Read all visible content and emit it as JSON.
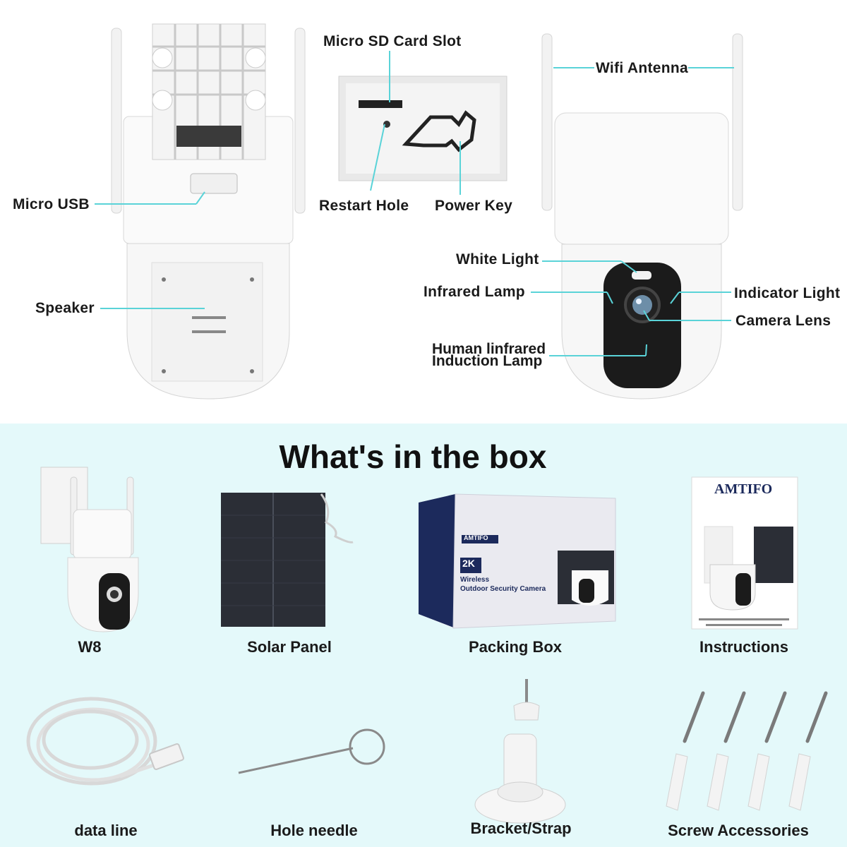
{
  "callouts": {
    "micro_sd": "Micro SD Card Slot",
    "wifi_antenna": "Wifi Antenna",
    "micro_usb": "Micro USB",
    "restart_hole": "Restart Hole",
    "power_key": "Power Key",
    "white_light": "White Light",
    "infrared_lamp": "Infrared Lamp",
    "indicator_light": "Indicator Light",
    "camera_lens": "Camera Lens",
    "human_induction_1": "Human linfrared",
    "human_induction_2": "Induction Lamp",
    "speaker": "Speaker"
  },
  "box": {
    "title": "What's in the box",
    "items": [
      {
        "label": "W8"
      },
      {
        "label": "Solar Panel"
      },
      {
        "label": "Packing Box"
      },
      {
        "label": "Instructions"
      },
      {
        "label": "data line"
      },
      {
        "label": "Hole needle"
      },
      {
        "label": "Bracket/Strap"
      },
      {
        "label": "Screw Accessories"
      }
    ],
    "brand": "AMTIFO",
    "box_badge": "2K",
    "box_text_1": "Wireless",
    "box_text_2": "Outdoor Security Camera"
  },
  "colors": {
    "callout_line": "#5ad3d8",
    "bottom_bg": "#e4f9fa"
  }
}
